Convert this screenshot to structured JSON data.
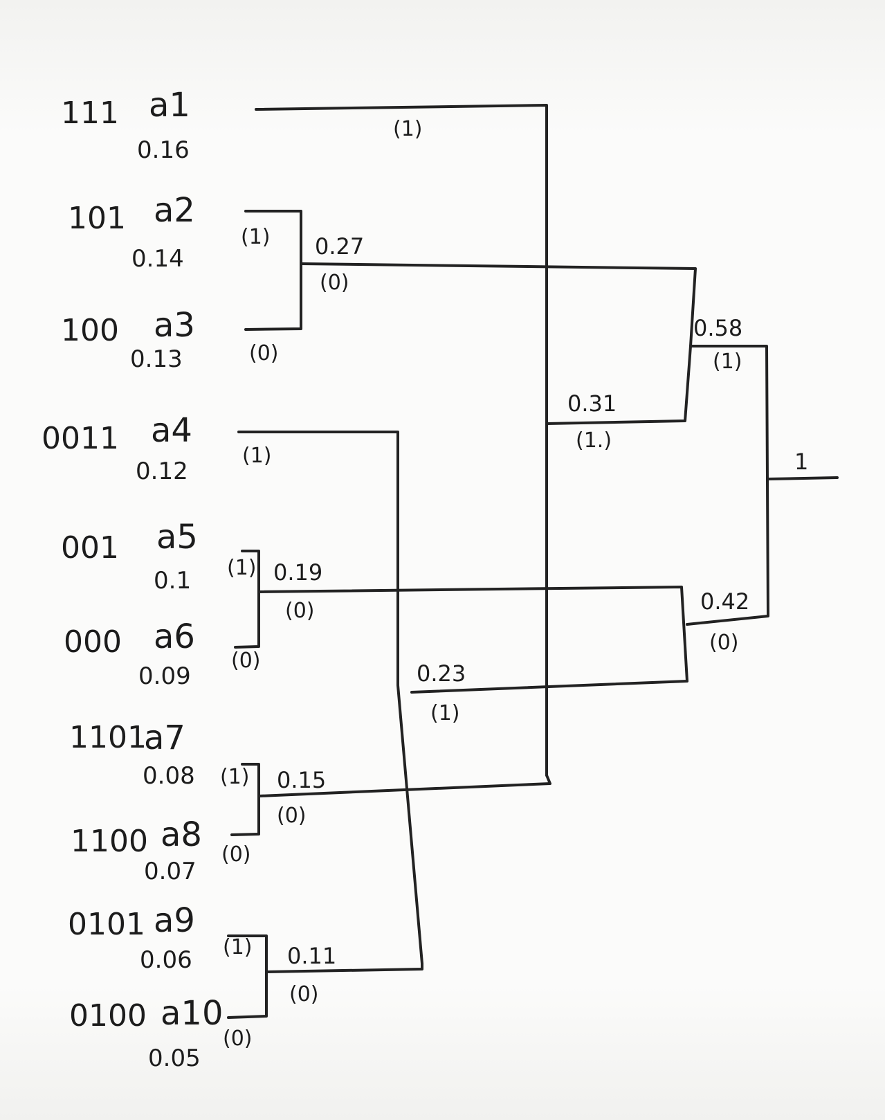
{
  "leaves": [
    {
      "code": "111",
      "symbol": "a1",
      "prob": "0.16"
    },
    {
      "code": "101",
      "symbol": "a2",
      "prob": "0.14"
    },
    {
      "code": "100",
      "symbol": "a3",
      "prob": "0.13"
    },
    {
      "code": "0011",
      "symbol": "a4",
      "prob": "0.12"
    },
    {
      "code": "001",
      "symbol": "a5",
      "prob": "0.1"
    },
    {
      "code": "000",
      "symbol": "a6",
      "prob": "0.09"
    },
    {
      "code": "1101",
      "symbol": "a7",
      "prob": "0.08"
    },
    {
      "code": "1100",
      "symbol": "a8",
      "prob": "0.07"
    },
    {
      "code": "0101",
      "symbol": "a9",
      "prob": "0.06"
    },
    {
      "code": "0100",
      "symbol": "a10",
      "prob": "0.05"
    }
  ],
  "merges": {
    "n027": "0.27",
    "n019": "0.19",
    "n015": "0.15",
    "n011": "0.11",
    "n023": "0.23",
    "n031": "0.31",
    "n042": "0.42",
    "n058": "0.58",
    "root": "1"
  },
  "bit_labels": {
    "one": "(1)",
    "zero": "(0)",
    "dotted_one": "(1.)"
  }
}
